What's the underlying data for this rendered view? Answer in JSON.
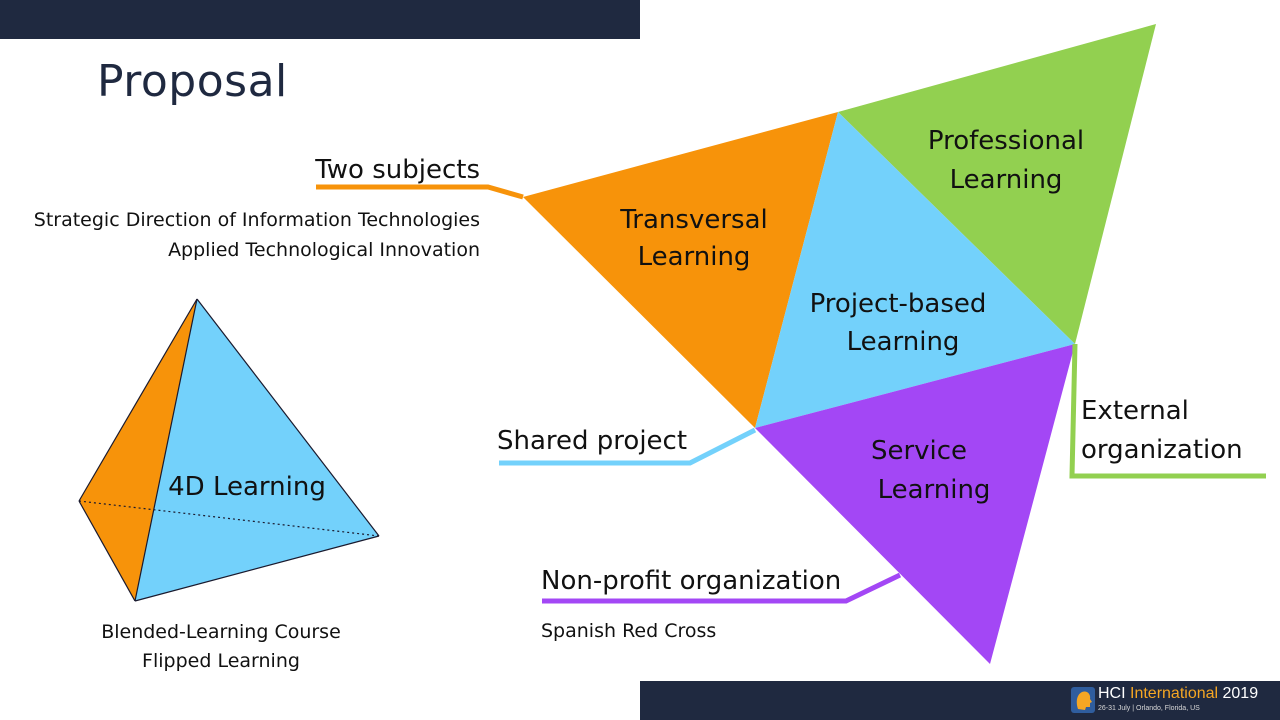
{
  "slide": {
    "title": "Proposal"
  },
  "colors": {
    "navy": "#1f2940",
    "orange": "#f7930a",
    "blue": "#73d1fb",
    "green": "#92d050",
    "purple": "#a347f5"
  },
  "triangles": {
    "transversal": [
      "Transversal",
      "Learning"
    ],
    "professional": [
      "Professional",
      "Learning"
    ],
    "project": [
      "Project-based",
      "Learning"
    ],
    "service": [
      "Service",
      "Learning"
    ]
  },
  "callouts": {
    "two_subjects": {
      "heading": "Two subjects",
      "items": [
        "Strategic Direction of Information Technologies",
        "Applied Technological Innovation"
      ]
    },
    "shared_project": {
      "heading": "Shared project"
    },
    "external_org": {
      "lines": [
        "External",
        "organization"
      ]
    },
    "nonprofit": {
      "heading": "Non-profit organization",
      "items": [
        "Spanish Red Cross"
      ]
    }
  },
  "tetrahedron": {
    "label": "4D Learning",
    "captions": [
      "Blended-Learning Course",
      "Flipped Learning"
    ]
  },
  "logo": {
    "name_part1": "HCI ",
    "name_part2": "International",
    "name_part3": " 2019",
    "subline": "26-31 July | Orlando, Florida, US",
    "icon": "head-silhouette-icon"
  }
}
